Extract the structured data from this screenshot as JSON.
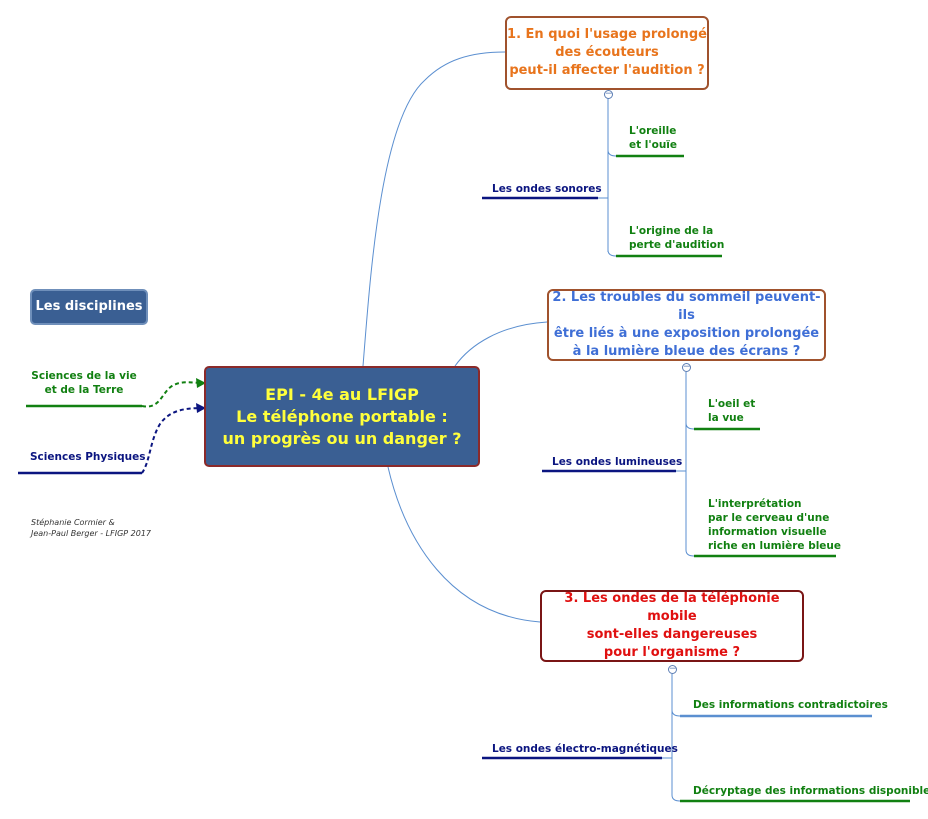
{
  "central": {
    "lines": [
      "EPI - 4e au LFIGP",
      "Le téléphone portable :",
      "un progrès ou un danger ?"
    ]
  },
  "disciplines": {
    "title": "Les disciplines",
    "items": [
      {
        "lines": [
          "Sciences de la vie",
          "et de la Terre"
        ],
        "color": "#118011"
      },
      {
        "lines": [
          "Sciences Physiques"
        ],
        "color": "#0b1580"
      }
    ]
  },
  "credit": {
    "lines": [
      "Stéphanie Cormier &",
      "Jean-Paul Berger - LFIGP 2017"
    ]
  },
  "questions": [
    {
      "lines": [
        "1. En quoi l'usage prolongé",
        "des écouteurs",
        "peut-il affecter l'audition ?"
      ],
      "color": "#e8741c",
      "border": "#a0522d",
      "topic": "Les ondes sonores",
      "subs": [
        {
          "lines": [
            "L'oreille",
            "et l'ouïe"
          ]
        },
        {
          "lines": [
            "L'origine de la",
            "perte d'audition"
          ]
        }
      ]
    },
    {
      "lines": [
        "2. Les troubles du sommeil peuvent-ils",
        "être liés à une exposition prolongée",
        "à la lumière bleue des écrans ?"
      ],
      "color": "#3f6fd6",
      "border": "#a0522d",
      "topic": "Les ondes lumineuses",
      "subs": [
        {
          "lines": [
            "L'oeil et",
            "la vue"
          ]
        },
        {
          "lines": [
            "L'interprétation",
            "par le cerveau d'une",
            "information visuelle",
            "riche en lumière bleue"
          ]
        }
      ]
    },
    {
      "lines": [
        "3. Les ondes de la téléphonie mobile",
        "sont-elles dangereuses",
        "pour l'organisme ?"
      ],
      "color": "#e01010",
      "border": "#7a1515",
      "topic": "Les ondes électro-magnétiques",
      "subs": [
        {
          "lines": [
            "Des informations contradictoires"
          ]
        },
        {
          "lines": [
            "Décryptage des informations disponibles"
          ]
        }
      ]
    }
  ]
}
